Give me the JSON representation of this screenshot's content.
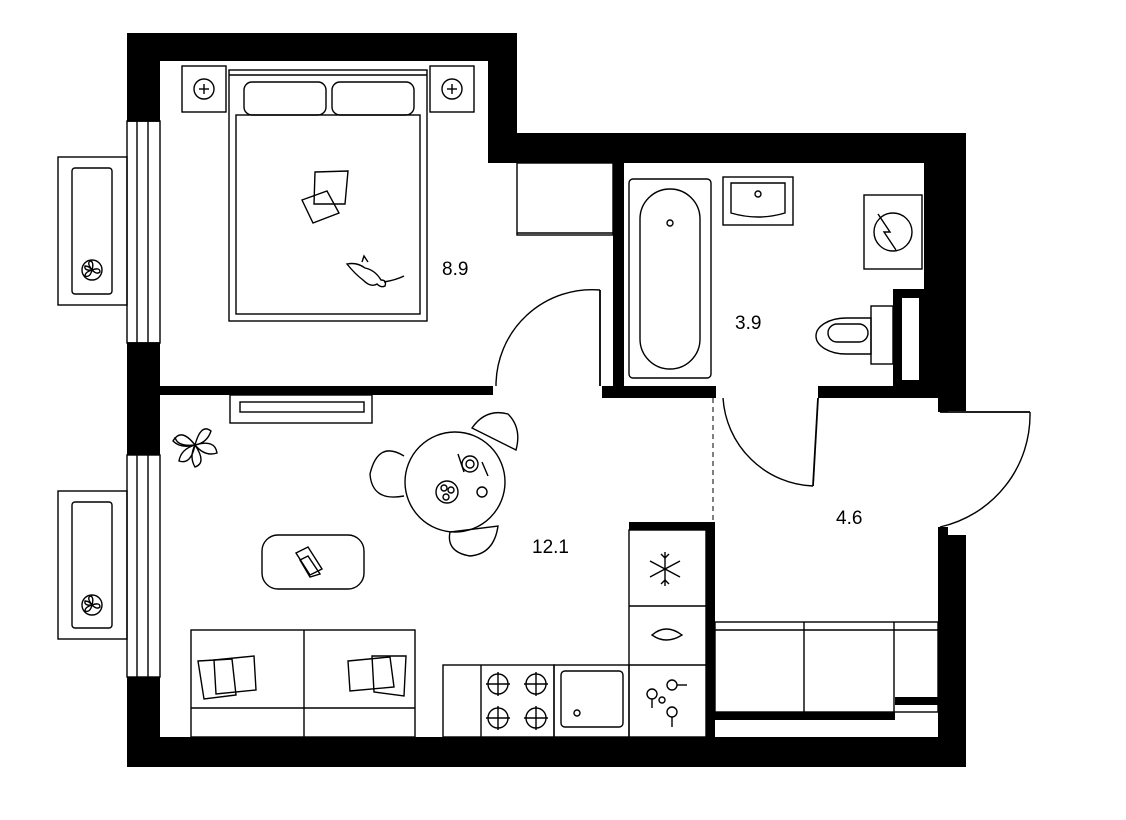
{
  "rooms": {
    "bedroom": {
      "area": "8.9"
    },
    "bathroom": {
      "area": "3.9"
    },
    "living_kitchen": {
      "area": "12.1"
    },
    "hall": {
      "area": "4.6"
    }
  },
  "icons": [
    "fan-icon",
    "bed-icon",
    "pillow-icon",
    "cat-icon",
    "lamp-icon",
    "bathtub-icon",
    "sink-icon",
    "washing-machine-icon",
    "toilet-icon",
    "plant-icon",
    "tv-icon",
    "dining-table-icon",
    "chair-icon",
    "coffee-table-icon",
    "sofa-icon",
    "stove-icon",
    "kitchen-sink-icon",
    "fridge-icon",
    "snowflake-icon",
    "wardrobe-icon",
    "door-icon"
  ]
}
